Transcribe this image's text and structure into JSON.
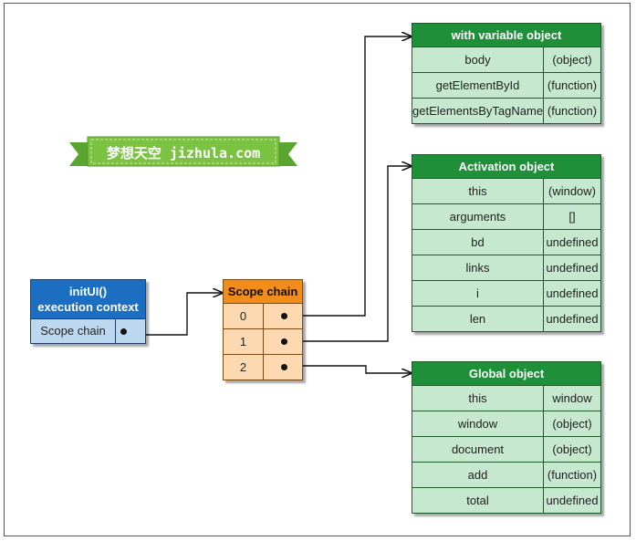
{
  "banner": {
    "text": "梦想天空 jizhula.com"
  },
  "context": {
    "title_line1": "initUI()",
    "title_line2": "execution context",
    "row_label": "Scope chain"
  },
  "scope_chain": {
    "title": "Scope chain",
    "indices": [
      "0",
      "1",
      "2"
    ]
  },
  "objects": [
    {
      "title": "with variable object",
      "rows": [
        {
          "key": "body",
          "value": "(object)"
        },
        {
          "key": "getElementById",
          "value": "(function)"
        },
        {
          "key": "getElementsByTagName",
          "value": "(function)"
        }
      ]
    },
    {
      "title": "Activation object",
      "rows": [
        {
          "key": "this",
          "value": "(window)"
        },
        {
          "key": "arguments",
          "value": "[]"
        },
        {
          "key": "bd",
          "value": "undefined"
        },
        {
          "key": "links",
          "value": "undefined"
        },
        {
          "key": "i",
          "value": "undefined"
        },
        {
          "key": "len",
          "value": "undefined"
        }
      ]
    },
    {
      "title": "Global object",
      "rows": [
        {
          "key": "this",
          "value": "window"
        },
        {
          "key": "window",
          "value": "(object)"
        },
        {
          "key": "document",
          "value": "(object)"
        },
        {
          "key": "add",
          "value": "(function)"
        },
        {
          "key": "total",
          "value": "undefined"
        }
      ]
    }
  ],
  "colors": {
    "context_header": "#1b6ec2",
    "context_row": "#bcd8f0",
    "scope_header": "#f28c1a",
    "scope_row": "#fcd9b0",
    "object_header": "#1f8f3a",
    "object_row": "#c6e8cf",
    "banner": "#7cc242"
  }
}
